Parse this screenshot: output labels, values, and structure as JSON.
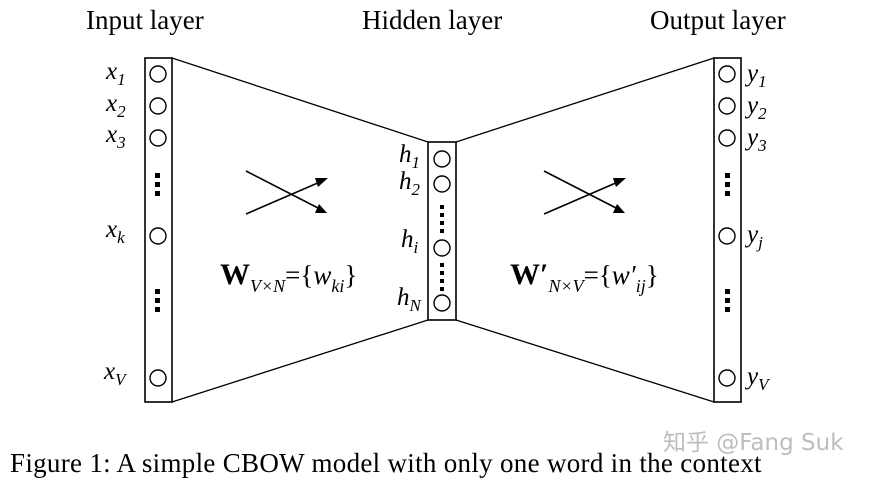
{
  "figure": {
    "caption": "Figure 1: A simple CBOW model with only one word in the context",
    "watermark": "知乎 @Fang Suk"
  },
  "layers": {
    "input": {
      "title": "Input layer",
      "nodes": [
        {
          "base": "x",
          "sub": "1"
        },
        {
          "base": "x",
          "sub": "2"
        },
        {
          "base": "x",
          "sub": "3"
        },
        {
          "base": "x",
          "sub": "k"
        },
        {
          "base": "x",
          "sub": "V"
        }
      ]
    },
    "hidden": {
      "title": "Hidden layer",
      "nodes": [
        {
          "base": "h",
          "sub": "1"
        },
        {
          "base": "h",
          "sub": "2"
        },
        {
          "base": "h",
          "sub": "i"
        },
        {
          "base": "h",
          "sub": "N"
        }
      ]
    },
    "output": {
      "title": "Output layer",
      "nodes": [
        {
          "base": "y",
          "sub": "1"
        },
        {
          "base": "y",
          "sub": "2"
        },
        {
          "base": "y",
          "sub": "3"
        },
        {
          "base": "y",
          "sub": "j"
        },
        {
          "base": "y",
          "sub": "V"
        }
      ]
    }
  },
  "weights": {
    "input_hidden": {
      "symbol": "W",
      "dims": "V×N",
      "eq": "={",
      "elem": "w",
      "elem_sub": "ki",
      "close": "}"
    },
    "hidden_output": {
      "symbol": "W′",
      "dims": "N×V",
      "eq": "={",
      "elem": "w′",
      "elem_sub": "ij",
      "close": "}"
    }
  }
}
